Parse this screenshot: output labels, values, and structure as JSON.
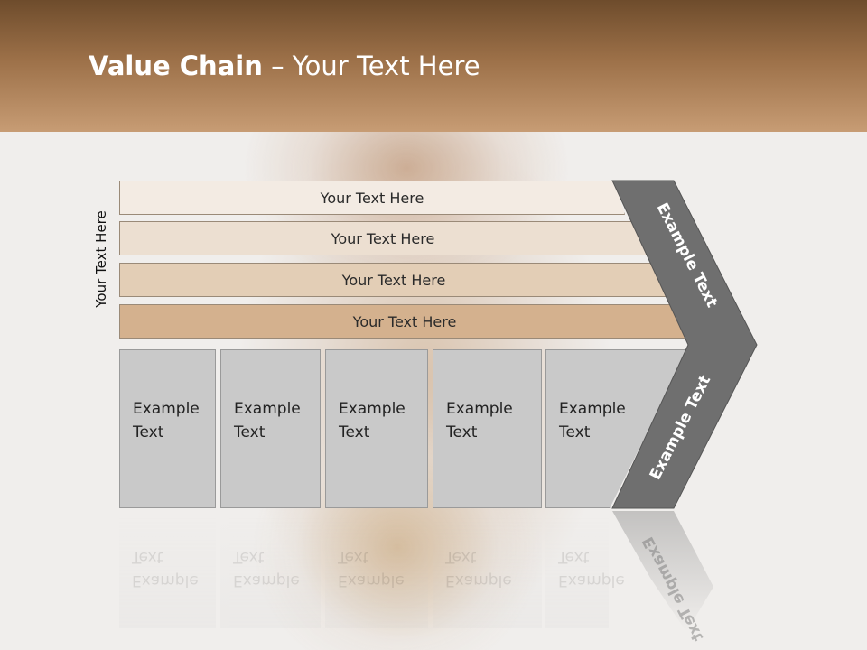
{
  "slide": {
    "title_bold": "Value Chain",
    "title_rest": " – Your Text Here",
    "vertical_label": "Your Text Here",
    "rows": [
      {
        "label": "Your Text Here",
        "color": "#f3ebe3"
      },
      {
        "label": "Your Text Here",
        "color": "#ecdfd1"
      },
      {
        "label": "Your Text Here",
        "color": "#e3ceb6"
      },
      {
        "label": "Your Text Here",
        "color": "#d4b18e"
      }
    ],
    "boxes": [
      {
        "line1": "Example",
        "line2": "Text"
      },
      {
        "line1": "Example",
        "line2": "Text"
      },
      {
        "line1": "Example",
        "line2": "Text"
      },
      {
        "line1": "Example",
        "line2": "Text"
      },
      {
        "line1": "Example",
        "line2": "Text"
      }
    ],
    "chevron_top_label": "Example Text",
    "chevron_bottom_label": "Example Text",
    "chevron_color": "#6f6f6f"
  }
}
